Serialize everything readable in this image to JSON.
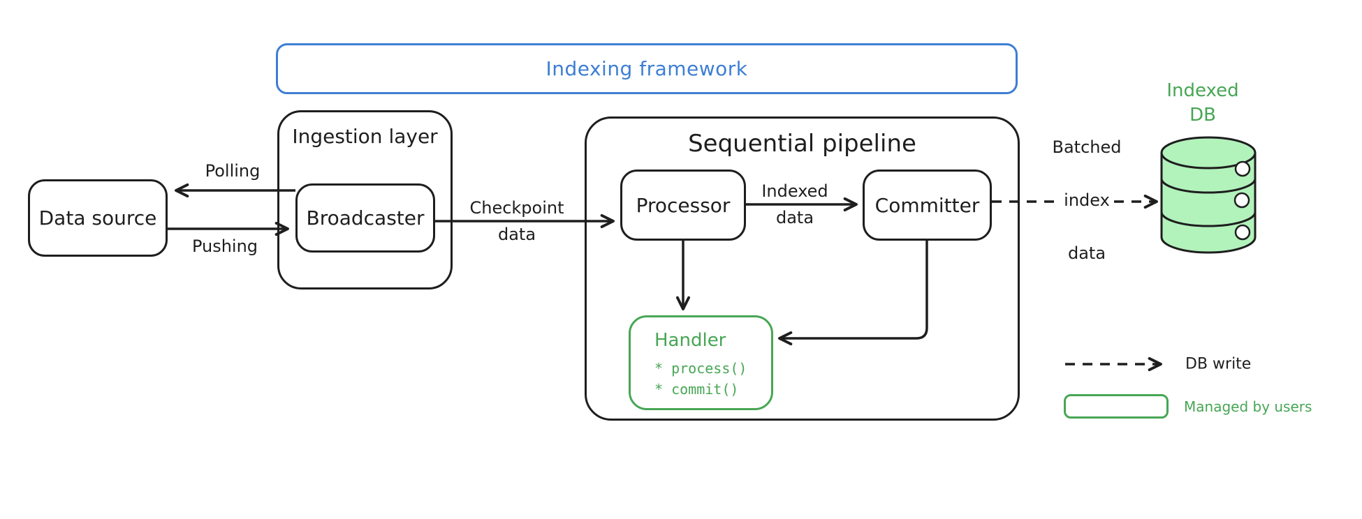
{
  "diagram": {
    "framework_label": "Indexing framework",
    "data_source_label": "Data source",
    "ingestion": {
      "title": "Ingestion layer",
      "broadcaster_label": "Broadcaster"
    },
    "pipeline": {
      "title": "Sequential pipeline",
      "processor_label": "Processor",
      "committer_label": "Committer",
      "handler": {
        "title": "Handler",
        "methods": [
          "* process()",
          "* commit()"
        ]
      }
    },
    "arrow_labels": {
      "polling": "Polling",
      "pushing": "Pushing",
      "checkpoint": "Checkpoint\ndata",
      "indexed": "Indexed\ndata",
      "batched_line1": "Batched",
      "batched_line2": "index",
      "batched_line3": "data"
    },
    "db_label": "Indexed\nDB",
    "legend": {
      "db_write": "DB write",
      "managed_by_users": "Managed by users"
    },
    "colors": {
      "stroke_black": "#1e1e1e",
      "frame_blue": "#3d7ed4",
      "accent_green": "#47a654",
      "db_fill_green": "#b2f2bb"
    }
  }
}
